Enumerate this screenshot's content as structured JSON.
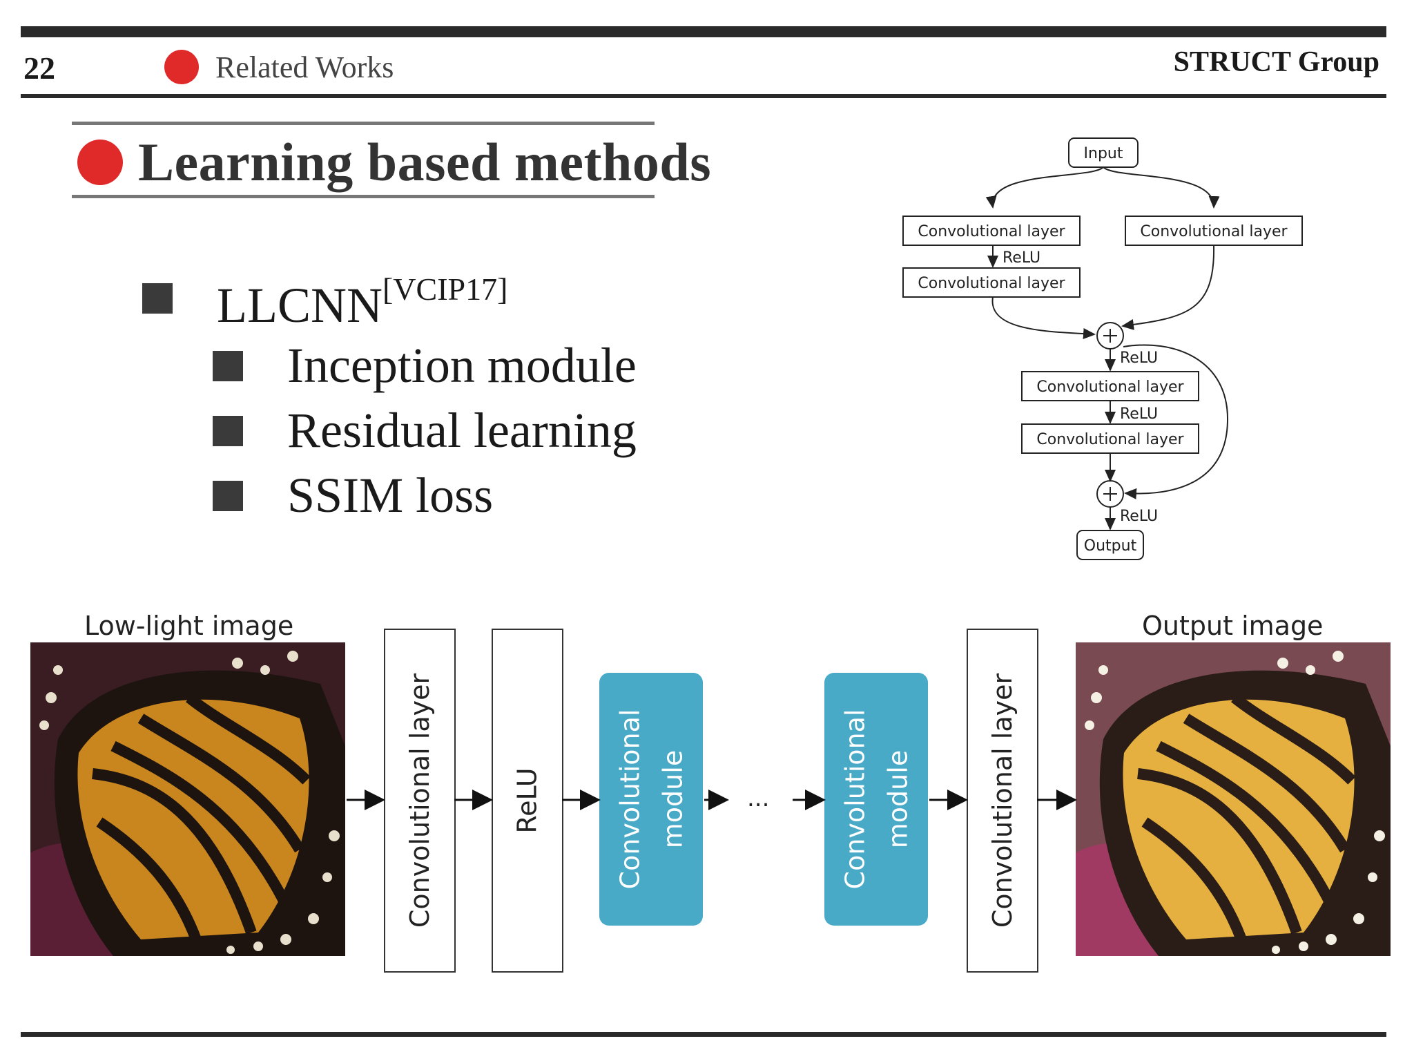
{
  "header": {
    "slide_number": "22",
    "section": "Related Works",
    "group": "STRUCT Group"
  },
  "title": "Learning based methods",
  "bullets": {
    "main_label": "LLCNN",
    "main_ref": "[VCIP17]",
    "items": [
      "Inception module",
      "Residual learning",
      "SSIM loss"
    ]
  },
  "diagram_top": {
    "input": "Input",
    "output": "Output",
    "conv_label": "Convolutional layer",
    "relu_label": "ReLU"
  },
  "pipeline": {
    "low_light_caption": "Low-light image",
    "output_caption": "Output image",
    "conv_layer": "Convolutional layer",
    "relu": "ReLU",
    "conv_module": "Convolutional\nmodule",
    "ellipsis": "..."
  },
  "colors": {
    "accent_red": "#e02a2a",
    "module_blue": "#49aac8",
    "bar_dark": "#2a2a2a"
  }
}
